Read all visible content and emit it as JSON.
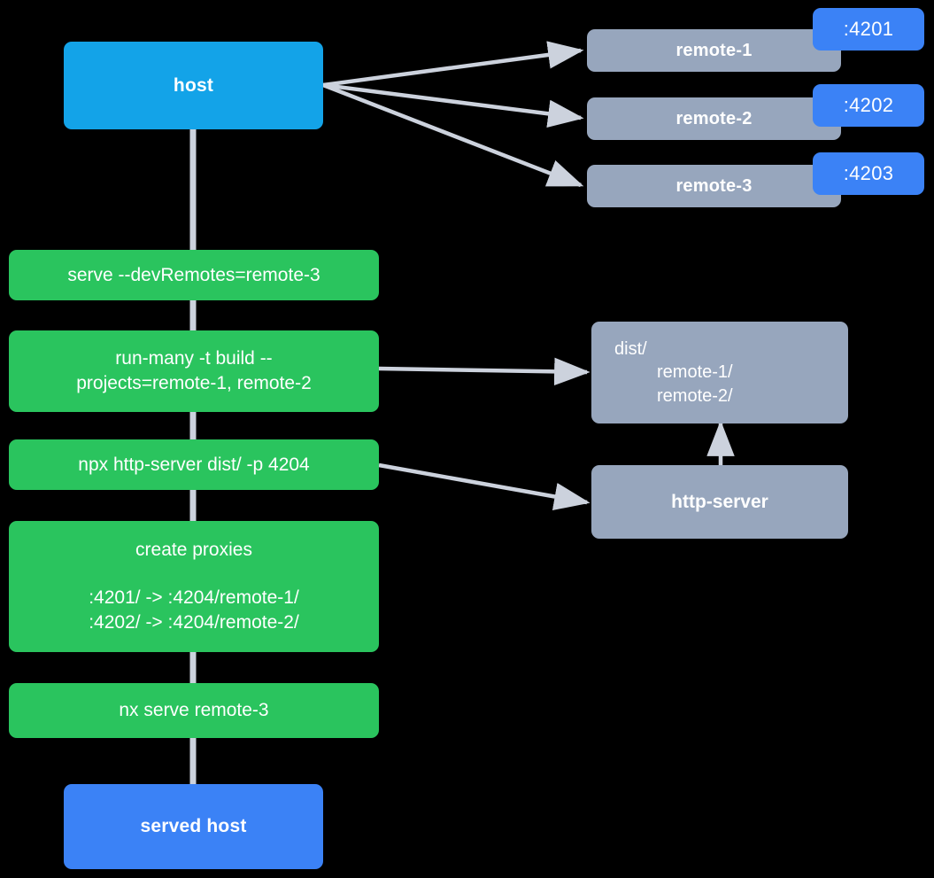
{
  "diagram": {
    "title": "nx serve host with devRemotes flow",
    "background": "#000000",
    "connector_color": "#ccd2dd",
    "colors": {
      "host": "#13a3e8",
      "served_host": "#3b82f6",
      "remote": "#97a6bd",
      "command": "#2ac45e",
      "artifact": "#97a6bd",
      "service": "#97a6bd",
      "port_badge": "#3b82f6",
      "node_text": "#ffffff",
      "connector": "#ccd2dd"
    }
  },
  "nodes": {
    "host": {
      "label": "host"
    },
    "served_host": {
      "label": "served host"
    },
    "remotes": [
      {
        "label": "remote-1",
        "port": ":4201"
      },
      {
        "label": "remote-2",
        "port": ":4202"
      },
      {
        "label": "remote-3",
        "port": ":4203"
      }
    ],
    "commands": [
      {
        "id": "serve",
        "lines": [
          "serve --devRemotes=remote-3"
        ]
      },
      {
        "id": "run-many",
        "lines": [
          "run-many -t build --",
          "projects=remote-1, remote-2"
        ]
      },
      {
        "id": "http-server-cmd",
        "lines": [
          "npx http-server dist/ -p 4204"
        ]
      },
      {
        "id": "create-proxies",
        "heading": "create proxies",
        "lines": [
          ":4201/ -> :4204/remote-1/",
          ":4202/ -> :4204/remote-2/"
        ]
      },
      {
        "id": "nx-serve-remote-3",
        "lines": [
          "nx serve remote-3"
        ]
      }
    ],
    "dist": {
      "root": "dist/",
      "children": [
        "remote-1/",
        "remote-2/"
      ]
    },
    "http_server": {
      "label": "http-server"
    }
  },
  "edges": [
    {
      "from": "host",
      "to": "remote-1",
      "type": "arrow"
    },
    {
      "from": "host",
      "to": "remote-2",
      "type": "arrow"
    },
    {
      "from": "host",
      "to": "remote-3",
      "type": "arrow"
    },
    {
      "from": "host",
      "to": "serve",
      "type": "line"
    },
    {
      "from": "serve",
      "to": "run-many",
      "type": "line"
    },
    {
      "from": "run-many",
      "to": "http-server-cmd",
      "type": "line"
    },
    {
      "from": "run-many",
      "to": "dist",
      "type": "arrow"
    },
    {
      "from": "http-server-cmd",
      "to": "create-proxies",
      "type": "line"
    },
    {
      "from": "http-server-cmd",
      "to": "http-server",
      "type": "arrow"
    },
    {
      "from": "http-server",
      "to": "dist",
      "type": "arrow"
    },
    {
      "from": "create-proxies",
      "to": "nx-serve-remote-3",
      "type": "line"
    },
    {
      "from": "nx-serve-remote-3",
      "to": "served-host",
      "type": "line"
    }
  ]
}
